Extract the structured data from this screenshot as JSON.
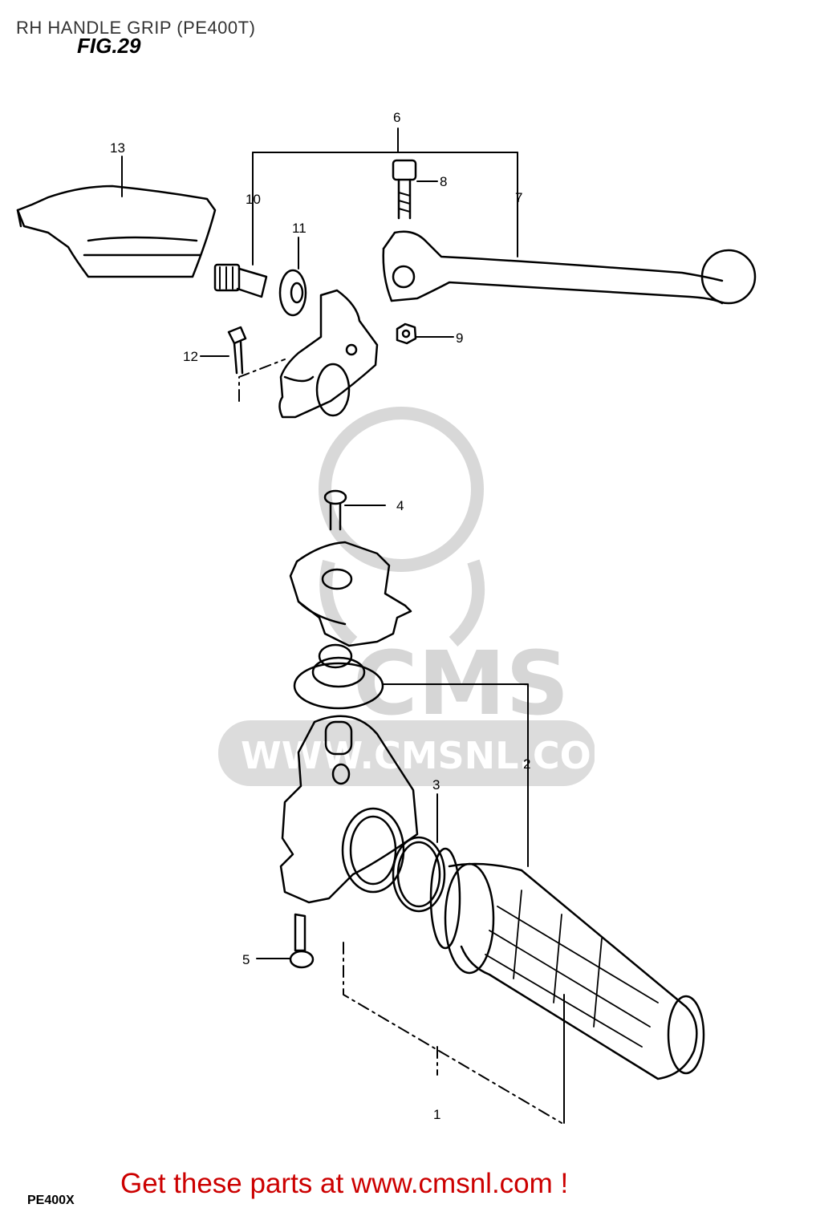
{
  "title": "RH HANDLE GRIP (PE400T)",
  "figure_label": "FIG.29",
  "promo_text": "Get these parts at www.cmsnl.com !",
  "model_code": "PE400X",
  "watermark": {
    "logo_text": "CMS",
    "url_text": "WWW.CMSNL.COM",
    "color": "#d6d6d6"
  },
  "callouts": [
    "1",
    "2",
    "3",
    "4",
    "5",
    "6",
    "7",
    "8",
    "9",
    "10",
    "11",
    "12",
    "13"
  ],
  "colors": {
    "line": "#000000",
    "promo": "#cc0000",
    "title": "#333333"
  }
}
